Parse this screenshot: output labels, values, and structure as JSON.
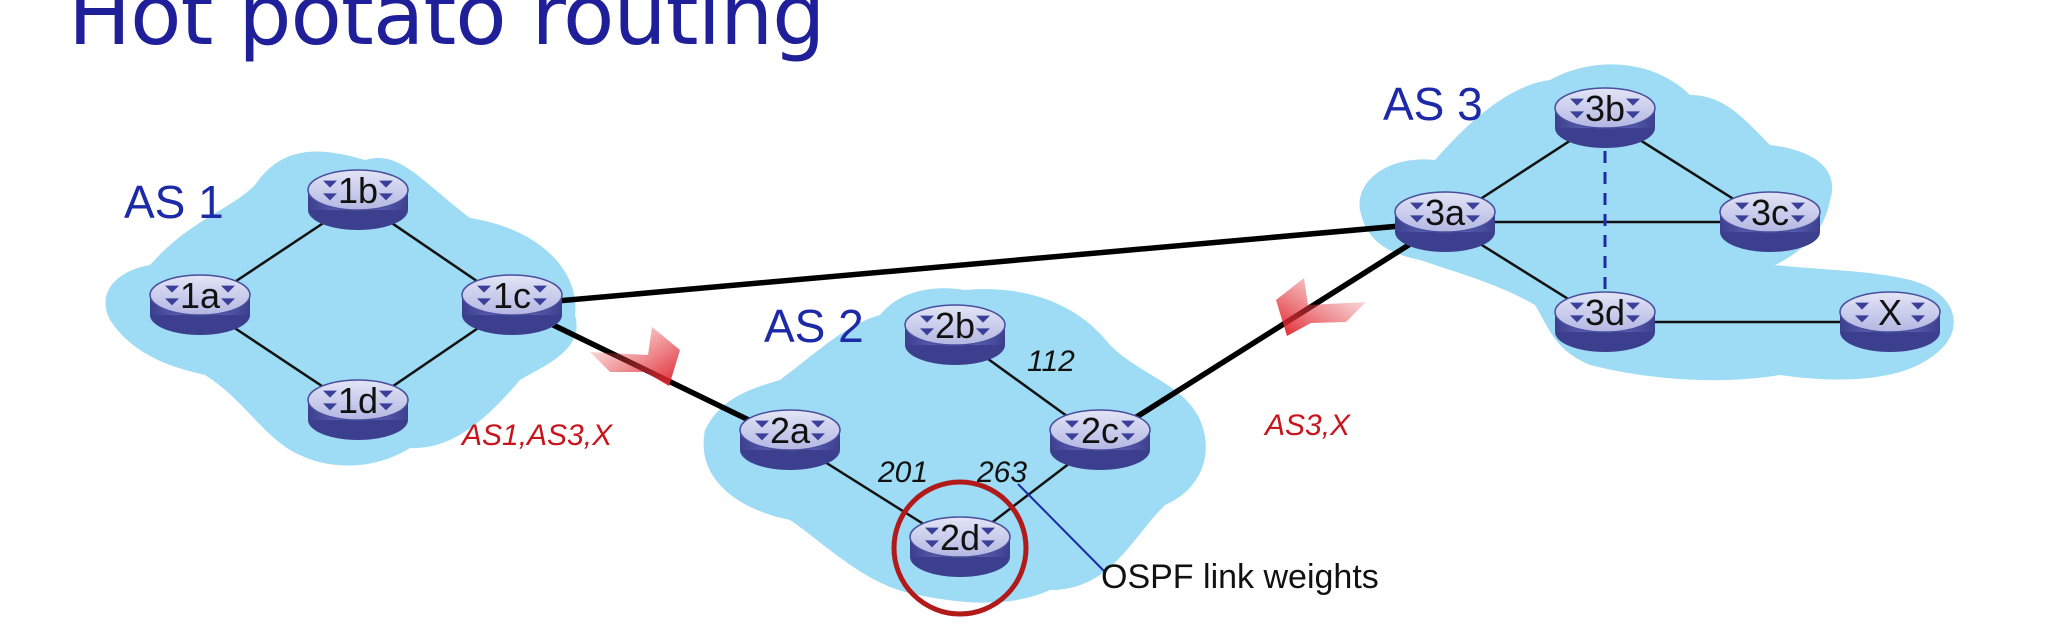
{
  "title": "Hot potato routing",
  "autonomous_systems": [
    {
      "id": "as1",
      "label": "AS 1"
    },
    {
      "id": "as2",
      "label": "AS 2"
    },
    {
      "id": "as3",
      "label": "AS 3"
    }
  ],
  "routers": {
    "r1a": "1a",
    "r1b": "1b",
    "r1c": "1c",
    "r1d": "1d",
    "r2a": "2a",
    "r2b": "2b",
    "r2c": "2c",
    "r2d": "2d",
    "r3a": "3a",
    "r3b": "3b",
    "r3c": "3c",
    "r3d": "3d",
    "rx": "X"
  },
  "link_weights": {
    "w_2b_2c": "112",
    "w_2a_2d": "201",
    "w_2d_2c": "263"
  },
  "advertisements": {
    "from_as1": "AS1,AS3,X",
    "from_as3": "AS3,X"
  },
  "annotation": "OSPF link weights",
  "colors": {
    "title": "#1f1f99",
    "cloud": "#9ddcf4",
    "as_label": "#1c2aa8",
    "router_body": "#5a5fb0",
    "router_top": "#c9ccec",
    "advertisement": "#c8141c",
    "highlight_circle": "#b21a1a",
    "dashed_link": "#1c2aa8"
  }
}
